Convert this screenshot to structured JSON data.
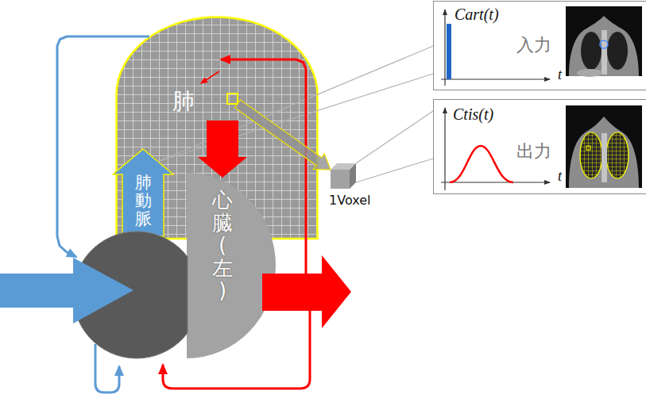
{
  "diagram": {
    "nodes": [
      {
        "text": [
          "肺"
        ]
      },
      {
        "text": [
          "肺動脈"
        ]
      },
      {
        "text": [
          "心臓(左)"
        ]
      },
      {
        "text": [
          "1Voxel"
        ]
      },
      {
        "text": [
          "Cart(t)",
          "入力"
        ]
      },
      {
        "text": [
          "Ctis(t)",
          "出力"
        ]
      }
    ],
    "edges": [
      {
        "from": 1,
        "to": 4,
        "arrow": "none"
      },
      {
        "from": 0,
        "to": 2,
        "arrow": "to"
      },
      {
        "from": 2,
        "to": 0,
        "arrow": "to"
      },
      {
        "from": 0,
        "to": 2,
        "arrow": "to"
      },
      {
        "from": 0,
        "to": 3,
        "arrow": "to"
      },
      {
        "from": 3,
        "to": 5,
        "arrow": "none"
      }
    ],
    "labels": [
      "t",
      "t"
    ]
  }
}
